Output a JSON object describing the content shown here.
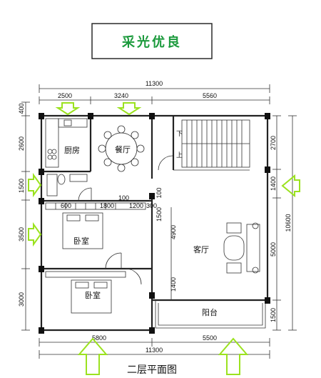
{
  "title": "采光优良",
  "caption": "二层平面图",
  "colors": {
    "title_text": "#1b9a3c",
    "title_border": "#2a2a2a",
    "arrow": "#9be21f",
    "line": "#222222"
  },
  "dimensions": {
    "top_total": "11300",
    "top_segments": [
      "2500",
      "3240",
      "5560"
    ],
    "bottom_total": "11300",
    "bottom_segments": [
      "5800",
      "5500"
    ],
    "left_segments": [
      "400",
      "2600",
      "1500",
      "3500",
      "3000"
    ],
    "right_segments": [
      "2700",
      "1400",
      "5000",
      "1500"
    ],
    "right_total": "10600",
    "inner_labels": [
      "600",
      "1800",
      "100",
      "1200",
      "300",
      "1500",
      "100",
      "4900",
      "1400"
    ]
  },
  "rooms": {
    "kitchen": "厨房",
    "dining": "餐厅",
    "bedroom1": "卧室",
    "living": "客厅",
    "bedroom2": "卧室",
    "balcony": "阳台"
  },
  "stair_labels": [
    "下",
    "上"
  ]
}
